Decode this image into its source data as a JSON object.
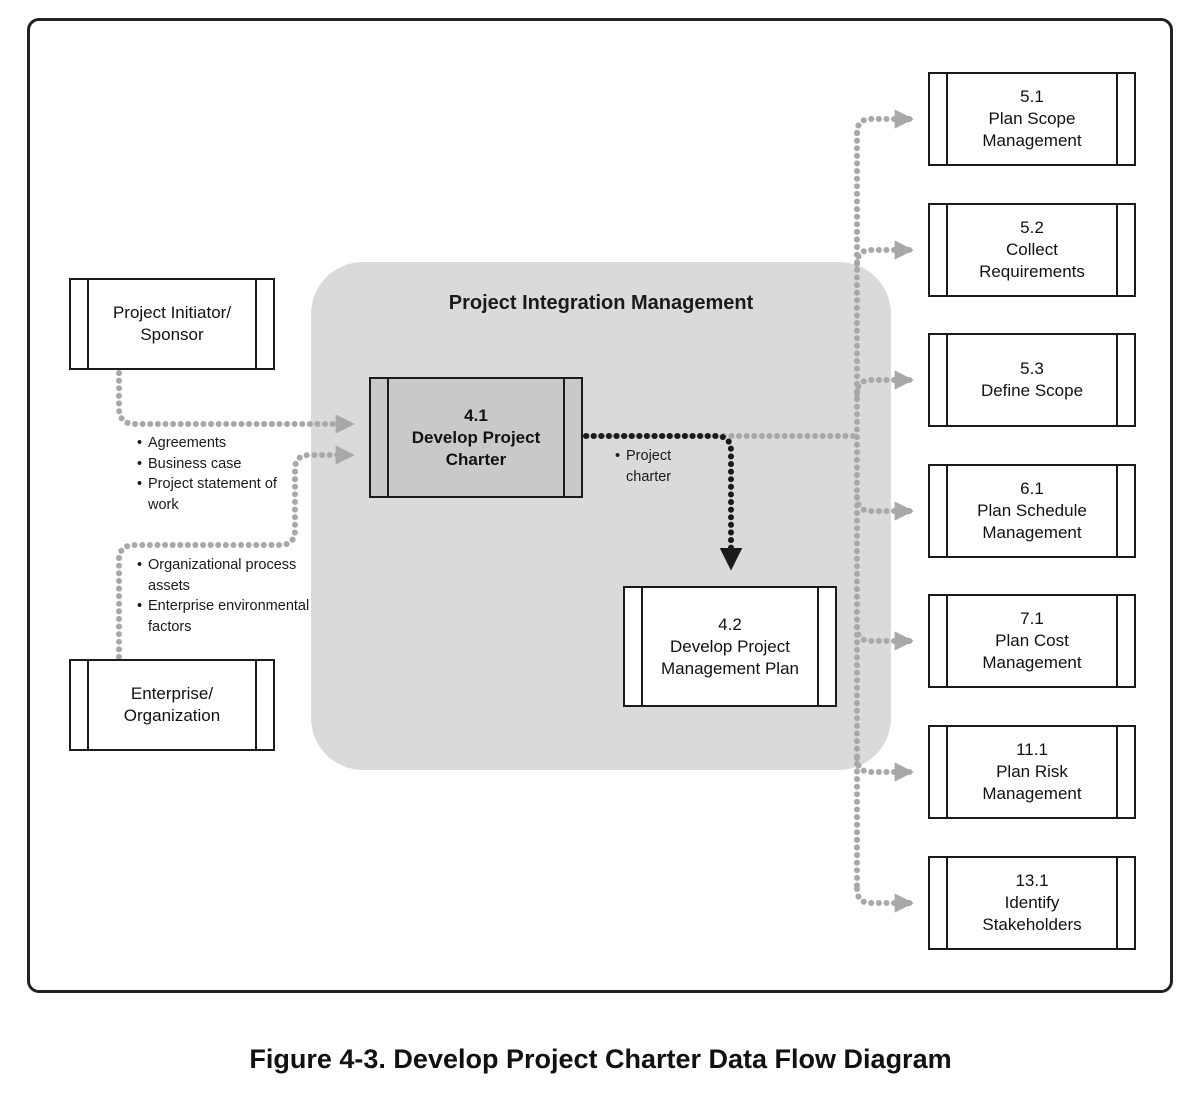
{
  "integration_area": {
    "title": "Project Integration Management"
  },
  "external_sources": {
    "sponsor": "Project Initiator/ Sponsor",
    "enterprise": "Enterprise/ Organization"
  },
  "processes": {
    "develop_charter": {
      "number": "4.1",
      "name": "Develop Project Charter"
    },
    "develop_pm_plan": {
      "number": "4.2",
      "name": "Develop Project Management Plan"
    }
  },
  "inputs": {
    "from_sponsor": [
      "Agreements",
      "Business case",
      "Project statement of work"
    ],
    "from_enterprise": [
      "Organizational process assets",
      "Enterprise environmental factors"
    ]
  },
  "outputs": {
    "charter": [
      "Project charter"
    ]
  },
  "targets": [
    {
      "number": "5.1",
      "name": "Plan Scope Management"
    },
    {
      "number": "5.2",
      "name": "Collect Requirements"
    },
    {
      "number": "5.3",
      "name": "Define Scope"
    },
    {
      "number": "6.1",
      "name": "Plan Schedule Management"
    },
    {
      "number": "7.1",
      "name": "Plan Cost Management"
    },
    {
      "number": "11.1",
      "name": "Plan Risk Management"
    },
    {
      "number": "13.1",
      "name": "Identify Stakeholders"
    }
  ],
  "caption": "Figure 4-3. Develop Project Charter Data Flow Diagram",
  "colors": {
    "integration_area": "#dadada",
    "process_box_fill": "#c9c9c9",
    "input_arrow": "#a8a8a8",
    "output_arrow": "#1a1a1a"
  }
}
